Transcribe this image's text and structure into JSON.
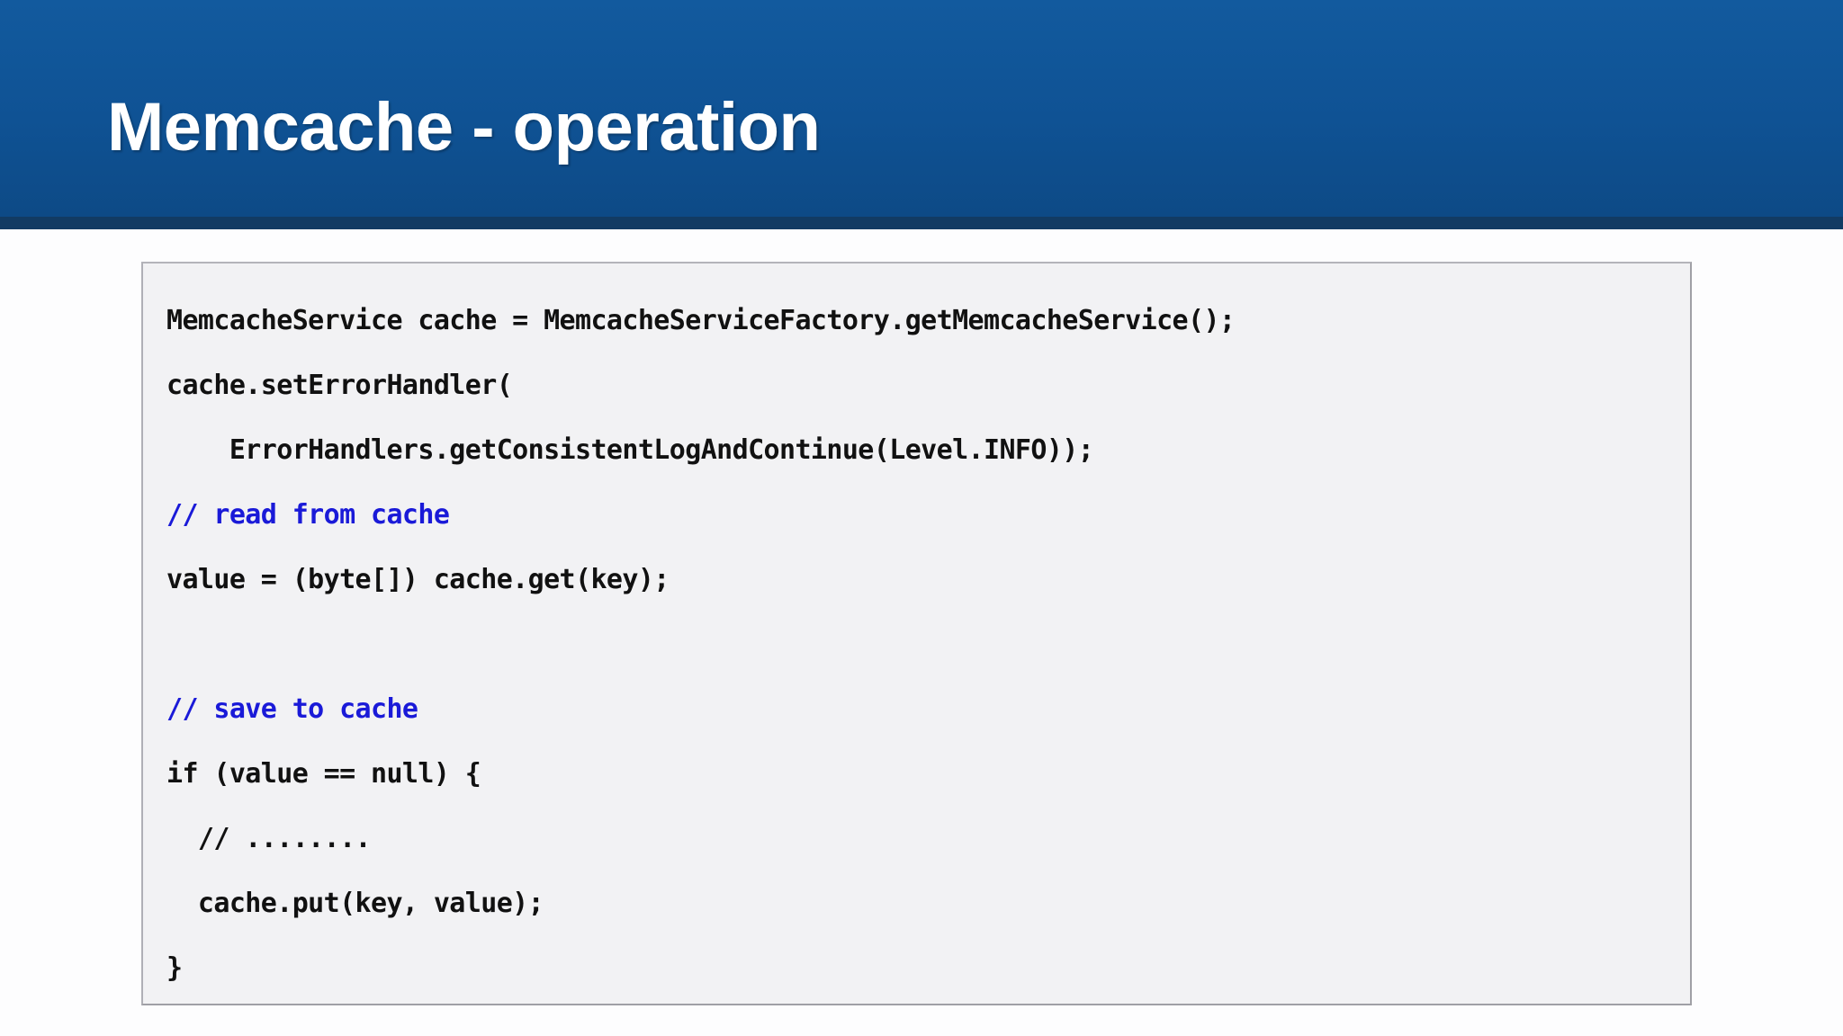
{
  "slide": {
    "title": "Memcache - operation",
    "header_color": "#0f5294",
    "header_underline_color": "#123b63",
    "title_color": "#ffffff",
    "background_color": "#fdfdfe"
  },
  "code_block": {
    "background_color": "#f2f2f4",
    "border_color": "#a0a0a6",
    "text_color": "#111111",
    "comment_color": "#1a1ad8",
    "language": "java",
    "lines": [
      {
        "text": "MemcacheService cache = MemcacheServiceFactory.getMemcacheService();",
        "kind": "code"
      },
      {
        "text": "cache.setErrorHandler(",
        "kind": "code"
      },
      {
        "text": "    ErrorHandlers.getConsistentLogAndContinue(Level.INFO));",
        "kind": "code"
      },
      {
        "text": "// read from cache",
        "kind": "comment"
      },
      {
        "text": "value = (byte[]) cache.get(key);",
        "kind": "code"
      },
      {
        "text": "",
        "kind": "blank"
      },
      {
        "text": "// save to cache",
        "kind": "comment"
      },
      {
        "text": "if (value == null) {",
        "kind": "code"
      },
      {
        "text": "  // ........",
        "kind": "code"
      },
      {
        "text": "  cache.put(key, value);",
        "kind": "code"
      },
      {
        "text": "}",
        "kind": "code"
      }
    ]
  }
}
